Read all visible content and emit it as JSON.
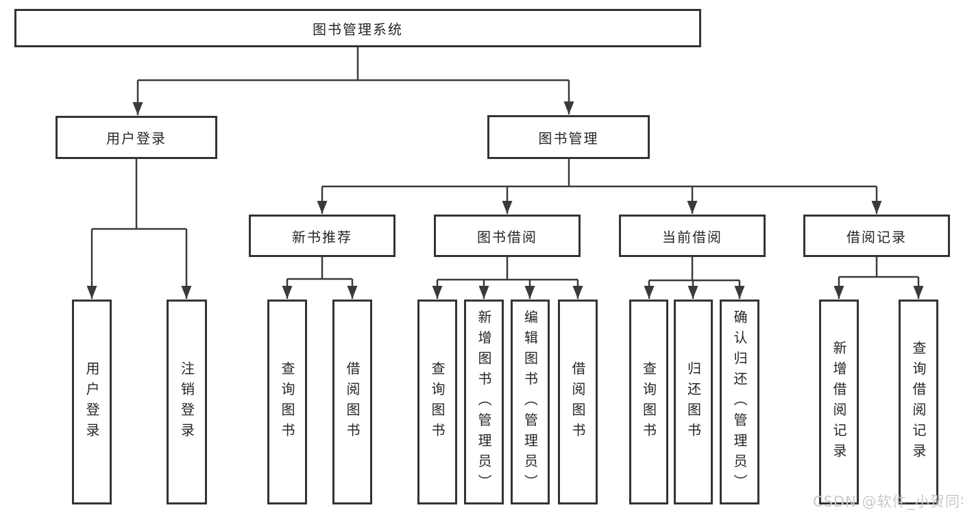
{
  "tree": {
    "root": "图书管理系统",
    "branches": [
      {
        "label": "用户登录",
        "children": [
          "用户登录",
          "注销登录"
        ]
      },
      {
        "label": "图书管理",
        "groups": [
          {
            "label": "新书推荐",
            "children": [
              "查询图书",
              "借阅图书"
            ]
          },
          {
            "label": "图书借阅",
            "children": [
              "查询图书",
              "新增图书（管理员）",
              "编辑图书（管理员）",
              "借阅图书"
            ]
          },
          {
            "label": "当前借阅",
            "children": [
              "查询图书",
              "归还图书",
              "确认归还（管理员）"
            ]
          },
          {
            "label": "借阅记录",
            "children": [
              "新增借阅记录",
              "查询借阅记录"
            ]
          }
        ]
      }
    ]
  },
  "watermark": {
    "text": "CSDN @软件_小贺同学"
  },
  "colors": {
    "background": "#ffffff",
    "box_border": "#333333",
    "connector_line": "#3a3a3a",
    "text": "#262626",
    "watermark_text": "#c9c9c9"
  }
}
